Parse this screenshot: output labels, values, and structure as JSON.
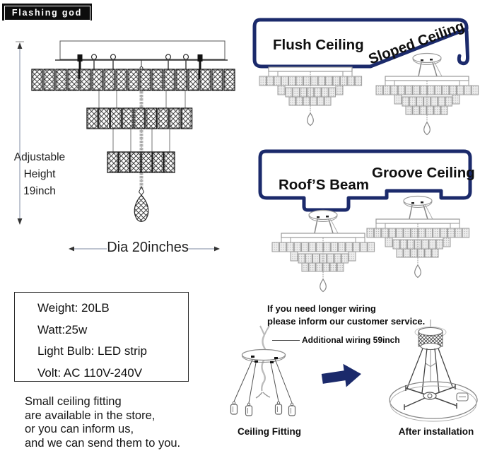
{
  "logo": {
    "text": "Flashing god"
  },
  "colors": {
    "navy_outline": "#1b2a6b",
    "navy_arrow": "#1b2a6b"
  },
  "diagram": {
    "height_label": {
      "line1": "Adjustable",
      "line2": "Height",
      "line3": "19inch"
    },
    "dia_label": "Dia 20inches"
  },
  "mounting": {
    "flush": "Flush Ceiling",
    "sloped": "Sloped Ceiling",
    "beam": "Roof’S Beam",
    "groove": "Groove Ceiling"
  },
  "specs": {
    "weight": "Weight: 20LB",
    "watt": "Watt:25w",
    "bulb": "Light Bulb: LED strip",
    "volt": "Volt: AC 110V-240V"
  },
  "notes": {
    "line1": "Small ceiling fitting",
    "line2": "are available in the store,",
    "line3": "or you can inform us,",
    "line4": "and we can send them to you."
  },
  "wiring": {
    "line1": "If you need longer wiring",
    "line2": "please inform our customer service.",
    "additional": "Additional wiring 59inch"
  },
  "install": {
    "before": "Ceiling Fitting",
    "after": "After installation"
  }
}
